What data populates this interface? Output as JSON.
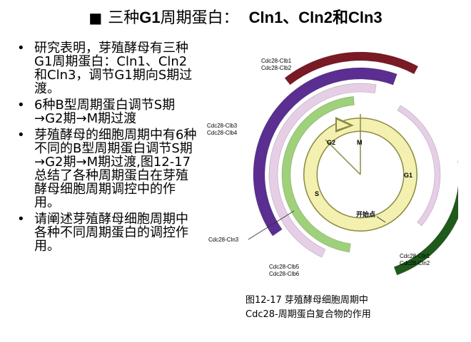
{
  "title": {
    "marker": "■",
    "prefix": "三种",
    "g1": "G1",
    "mid": "周期蛋白：",
    "cyclins": "Cln1、Cln2和Cln3"
  },
  "bullets": [
    {
      "marker": "•",
      "text": "研究表明，芽殖酵母有三种G1周期蛋白：Cln1、Cln2和Cln3，调节G1期向S期过渡。"
    },
    {
      "marker": "•",
      "text": "6种B型周期蛋白调节S期→G2期→M期过渡"
    },
    {
      "marker": "•",
      "text": "芽殖酵母的细胞周期中有6种不同的B型周期蛋白调节S期→G2期→M期过渡,图12-17总结了各种周期蛋白在芽殖酵母细胞周期调控中的作用。"
    },
    {
      "marker": "•",
      "text": "请阐述芽殖酵母细胞周期中各种不同周期蛋白的调控作用。"
    }
  ],
  "figure": {
    "labels": {
      "clb1": "Cdc28-Clb1",
      "clb2": "Cdc28-Clb2",
      "clb3": "Cdc28-Clb3",
      "clb4": "Cdc28-Clb4",
      "cln3": "Cdc28-Cln3",
      "clb5": "Cdc28-Clb5",
      "clb6": "Cdc28-Clb6",
      "cln1": "Cdc28-Cln1",
      "cln2": "Cdc28-Cln2"
    },
    "phases": {
      "g2": "G2",
      "m": "M",
      "g1": "G1",
      "s": "S"
    },
    "start": "开始点",
    "colors": {
      "clb12": "#7a1a24",
      "clb34": "#5b2e91",
      "cln3": "#e6cfe6",
      "clb56": "#9fd07a",
      "cln12": "#1f5a1a",
      "cycle": "#f3f0b0"
    }
  },
  "caption": {
    "line1": "图12-17  芽殖酵母细胞周期中",
    "line2": "Cdc28-周期蛋白复合物的作用"
  }
}
